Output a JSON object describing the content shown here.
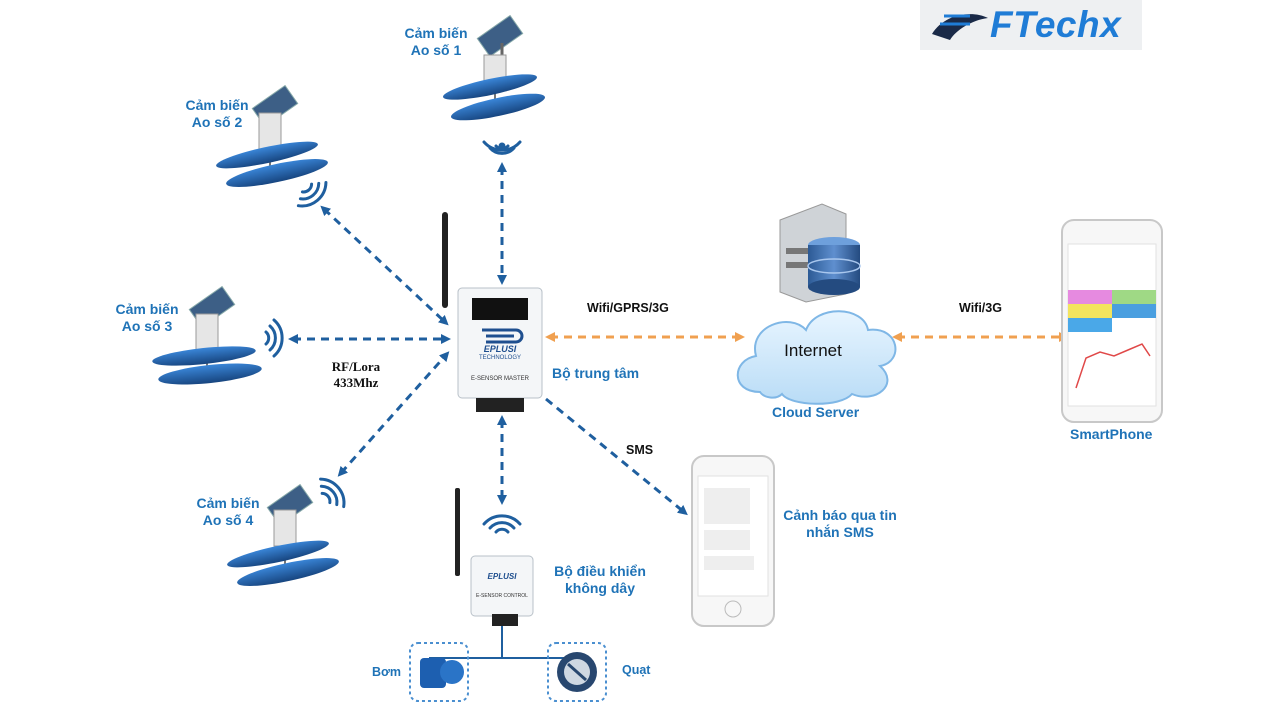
{
  "logo": {
    "text": "FTechx"
  },
  "sensors": [
    {
      "line1": "Cảm biến",
      "line2": "Ao số 1"
    },
    {
      "line1": "Cảm biến",
      "line2": "Ao số 2"
    },
    {
      "line1": "Cảm biến",
      "line2": "Ao số 3"
    },
    {
      "line1": "Cảm biến",
      "line2": "Ao số 4"
    }
  ],
  "rf": {
    "line1": "RF/Lora",
    "line2": "433Mhz"
  },
  "center": {
    "label": "Bộ trung tâm",
    "brand": "EPLUSI",
    "brand_sub": "TECHNOLOGY",
    "model": "E-SENSOR MASTER"
  },
  "controller": {
    "line1": "Bộ điều khiển",
    "line2": "không dây",
    "brand": "EPLUSI",
    "model": "E-SENSOR CONTROL"
  },
  "devices": {
    "pump": "Bơm",
    "fan": "Quạt"
  },
  "links": {
    "wifi_gprs": "Wifi/GPRS/3G",
    "wifi_3g": "Wifi/3G",
    "sms": "SMS"
  },
  "cloud": {
    "internet": "Internet",
    "label": "Cloud Server"
  },
  "smartphone": {
    "label": "SmartPhone"
  },
  "sms_alert": {
    "line1": "Cảnh báo qua tin",
    "line2": "nhắn SMS"
  },
  "colors": {
    "blue": "#1f73b7",
    "orange": "#f0a050",
    "dark_blue": "#1d4f8f",
    "cloud": "#cfe8fb"
  }
}
